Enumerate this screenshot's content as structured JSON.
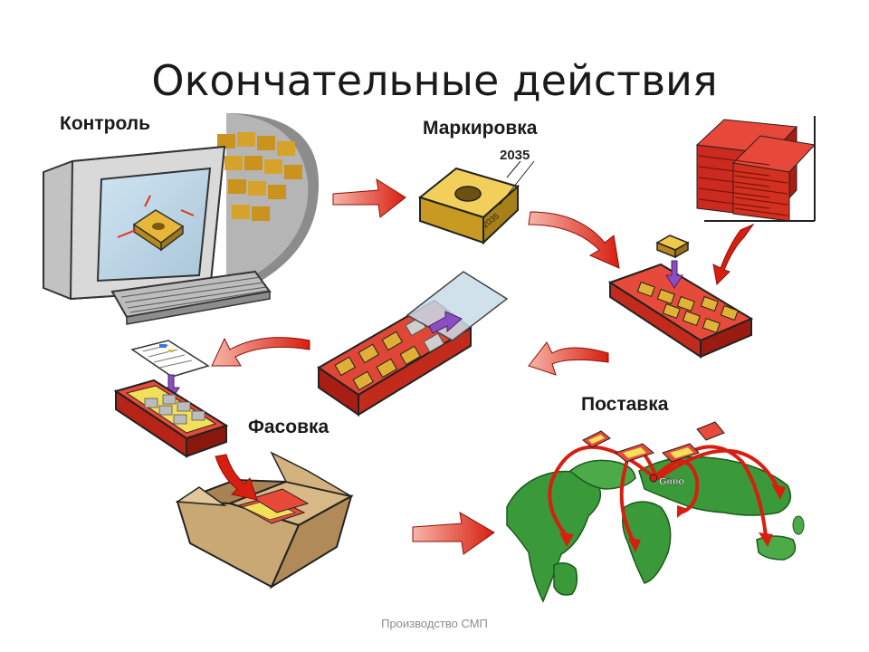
{
  "title": "Окончательные действия",
  "stages": {
    "control": "Контроль",
    "marking": "Маркировка",
    "packing": "Фасовка",
    "delivery": "Поставка"
  },
  "marking_code": "2035",
  "marking_code_side": "2035",
  "map_location": "Gimo",
  "footer": "Производство СМП",
  "colors": {
    "arrow": "#e53020",
    "insert": "#d4a530",
    "box": "#c9a874",
    "map": "#3a9a3a",
    "tray": "#d42a1e"
  }
}
